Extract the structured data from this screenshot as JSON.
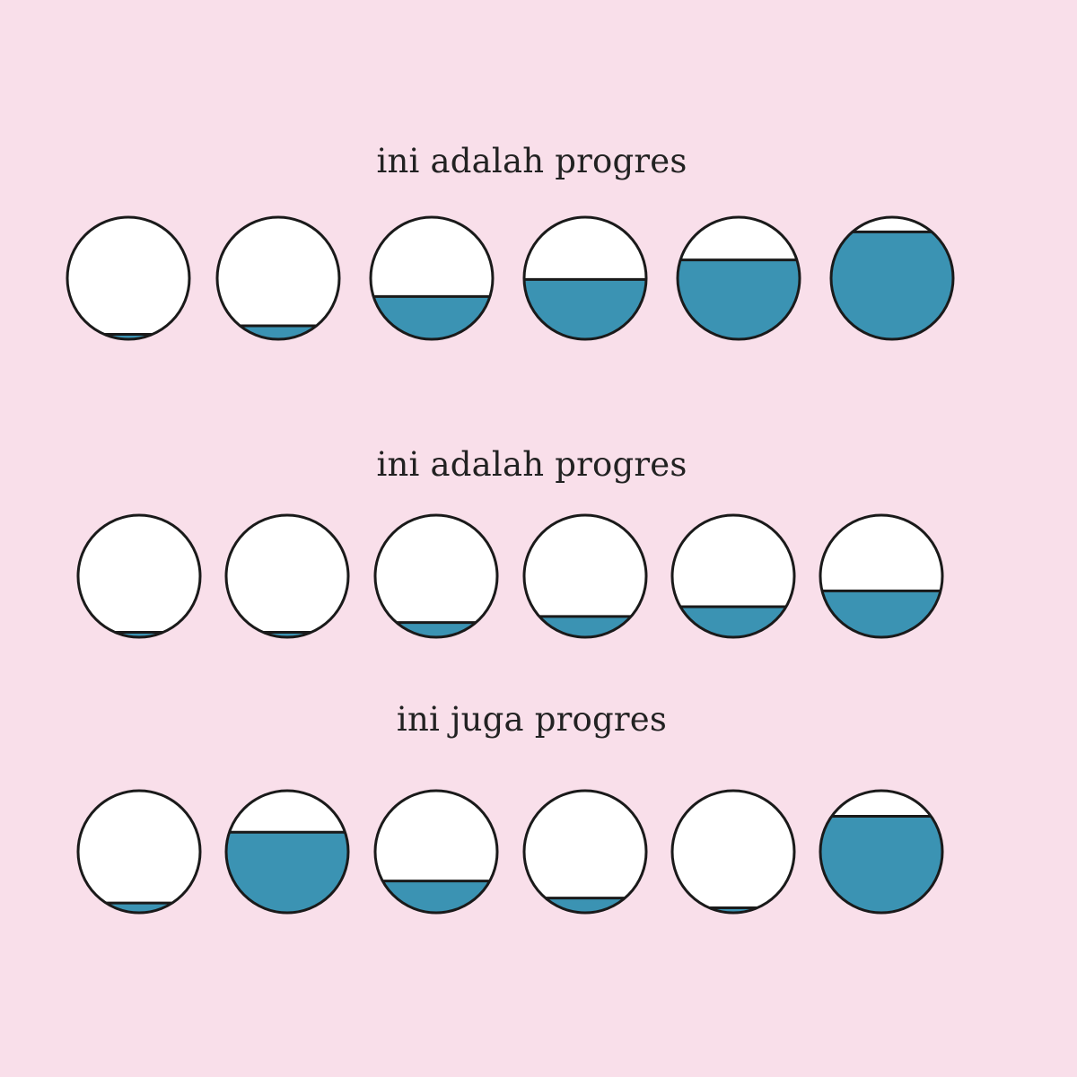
{
  "colors": {
    "background": "#f9dfea",
    "water": "#3b93b3",
    "outline": "#1a1a1a",
    "circle_fill": "#ffffff"
  },
  "sections": [
    {
      "caption": "ini adalah progres",
      "fill_levels": [
        0.04,
        0.11,
        0.35,
        0.49,
        0.65,
        0.88
      ]
    },
    {
      "caption": "ini adalah progres",
      "fill_levels": [
        0.04,
        0.04,
        0.12,
        0.17,
        0.25,
        0.38
      ]
    },
    {
      "caption": "ini juga progres",
      "fill_levels": [
        0.08,
        0.66,
        0.26,
        0.12,
        0.04,
        0.79
      ]
    }
  ]
}
